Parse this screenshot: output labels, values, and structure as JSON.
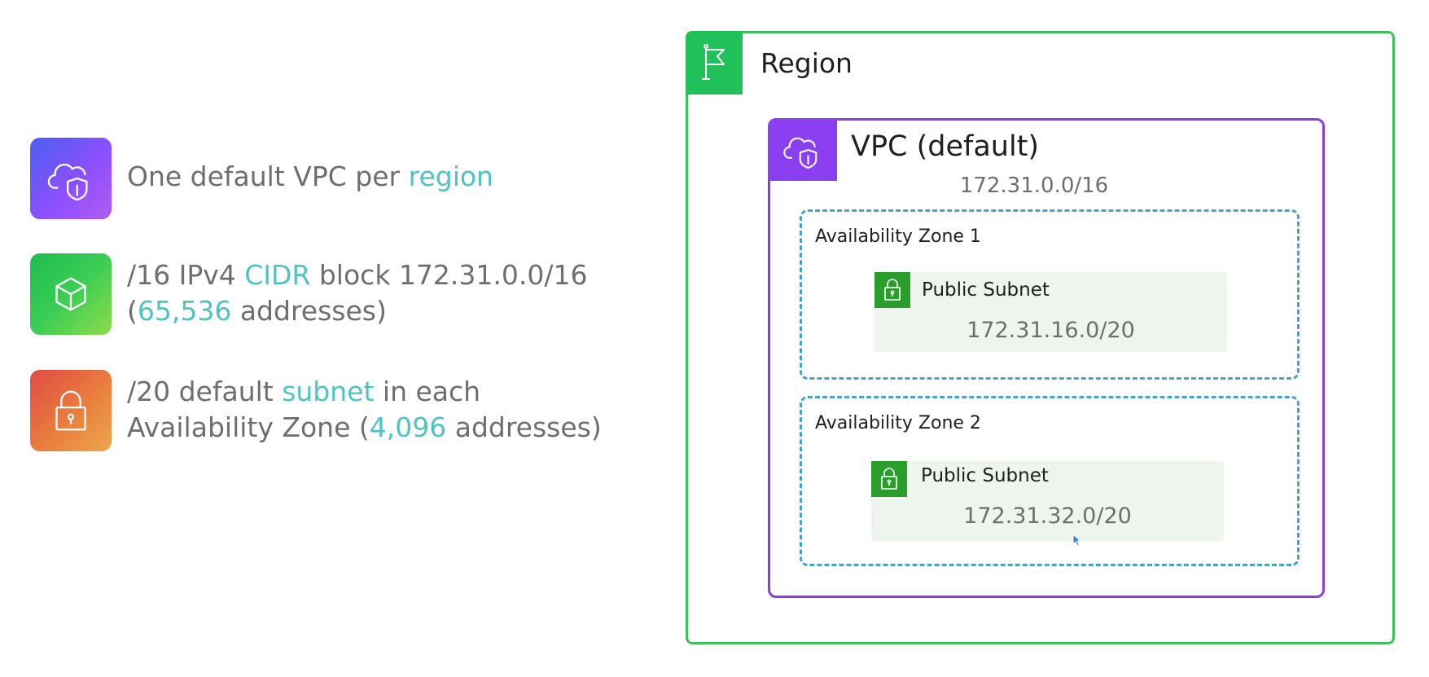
{
  "bullets": [
    {
      "icon": "cloud-shield-icon",
      "line1_parts": [
        "One default VPC per ",
        "region"
      ],
      "line2_parts": []
    },
    {
      "icon": "cube-icon",
      "line1_parts": [
        "/16 IPv4 ",
        "CIDR",
        " block 172.31.0.0/16"
      ],
      "line2_parts": [
        "(",
        "65,536",
        " addresses)"
      ]
    },
    {
      "icon": "lock-icon",
      "line1_parts": [
        "/20 default ",
        "subnet",
        " in each"
      ],
      "line2_parts": [
        "Availability Zone (",
        "4,096",
        " addresses)"
      ]
    }
  ],
  "diagram": {
    "region_label": "Region",
    "vpc_label": "VPC (default)",
    "vpc_cidr": "172.31.0.0/16",
    "zones": [
      {
        "label": "Availability Zone 1",
        "subnet_title": "Public Subnet",
        "subnet_cidr": "172.31.16.0/20"
      },
      {
        "label": "Availability Zone 2",
        "subnet_title": "Public Subnet",
        "subnet_cidr": "172.31.32.0/20"
      }
    ]
  },
  "colors": {
    "region_border": "#3fc159",
    "vpc_border": "#8a3ee0",
    "az_border": "#4aa3c2",
    "highlight": "#4fc3c1",
    "subnet_icon": "#2a9e2a"
  }
}
